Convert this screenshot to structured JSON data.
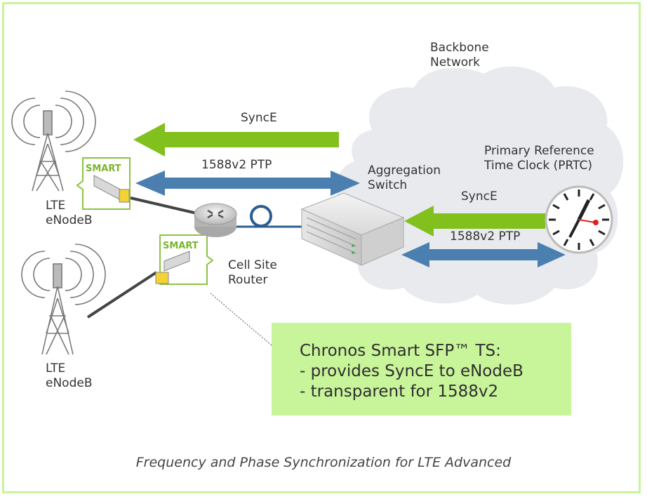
{
  "labels": {
    "backbone": "Backbone\nNetwork",
    "synce_top": "SyncE",
    "ptp_top": "1588v2 PTP",
    "prtc": "Primary Reference\nTime Clock (PRTC)",
    "aggregation_switch": "Aggregation\nSwitch",
    "synce_right": "SyncE",
    "ptp_right": "1588v2 PTP",
    "lte_enodeb_1": "LTE\neNodeB",
    "lte_enodeb_2": "LTE\neNodeB",
    "cell_site_router": "Cell Site\nRouter",
    "smart_logo_1": "SMART",
    "smart_logo_2": "SMART"
  },
  "callout": {
    "line1": "Chronos Smart SFP™ TS:",
    "line2": "- provides SyncE to eNodeB",
    "line3": "- transparent for 1588v2"
  },
  "caption": "Frequency and Phase Synchronization for LTE Advanced",
  "colors": {
    "frame": "#c7f59c",
    "synce_arrow": "#82c01e",
    "ptp_arrow": "#4a7fb0",
    "cloud": "#e8eaed",
    "callout_bg": "#c8f49a",
    "sfp_border": "#8bc43f"
  },
  "icons": [
    "antenna-tower-icon",
    "sfp-module-icon",
    "router-icon",
    "switch-icon",
    "clock-icon",
    "fiber-coil-icon"
  ]
}
